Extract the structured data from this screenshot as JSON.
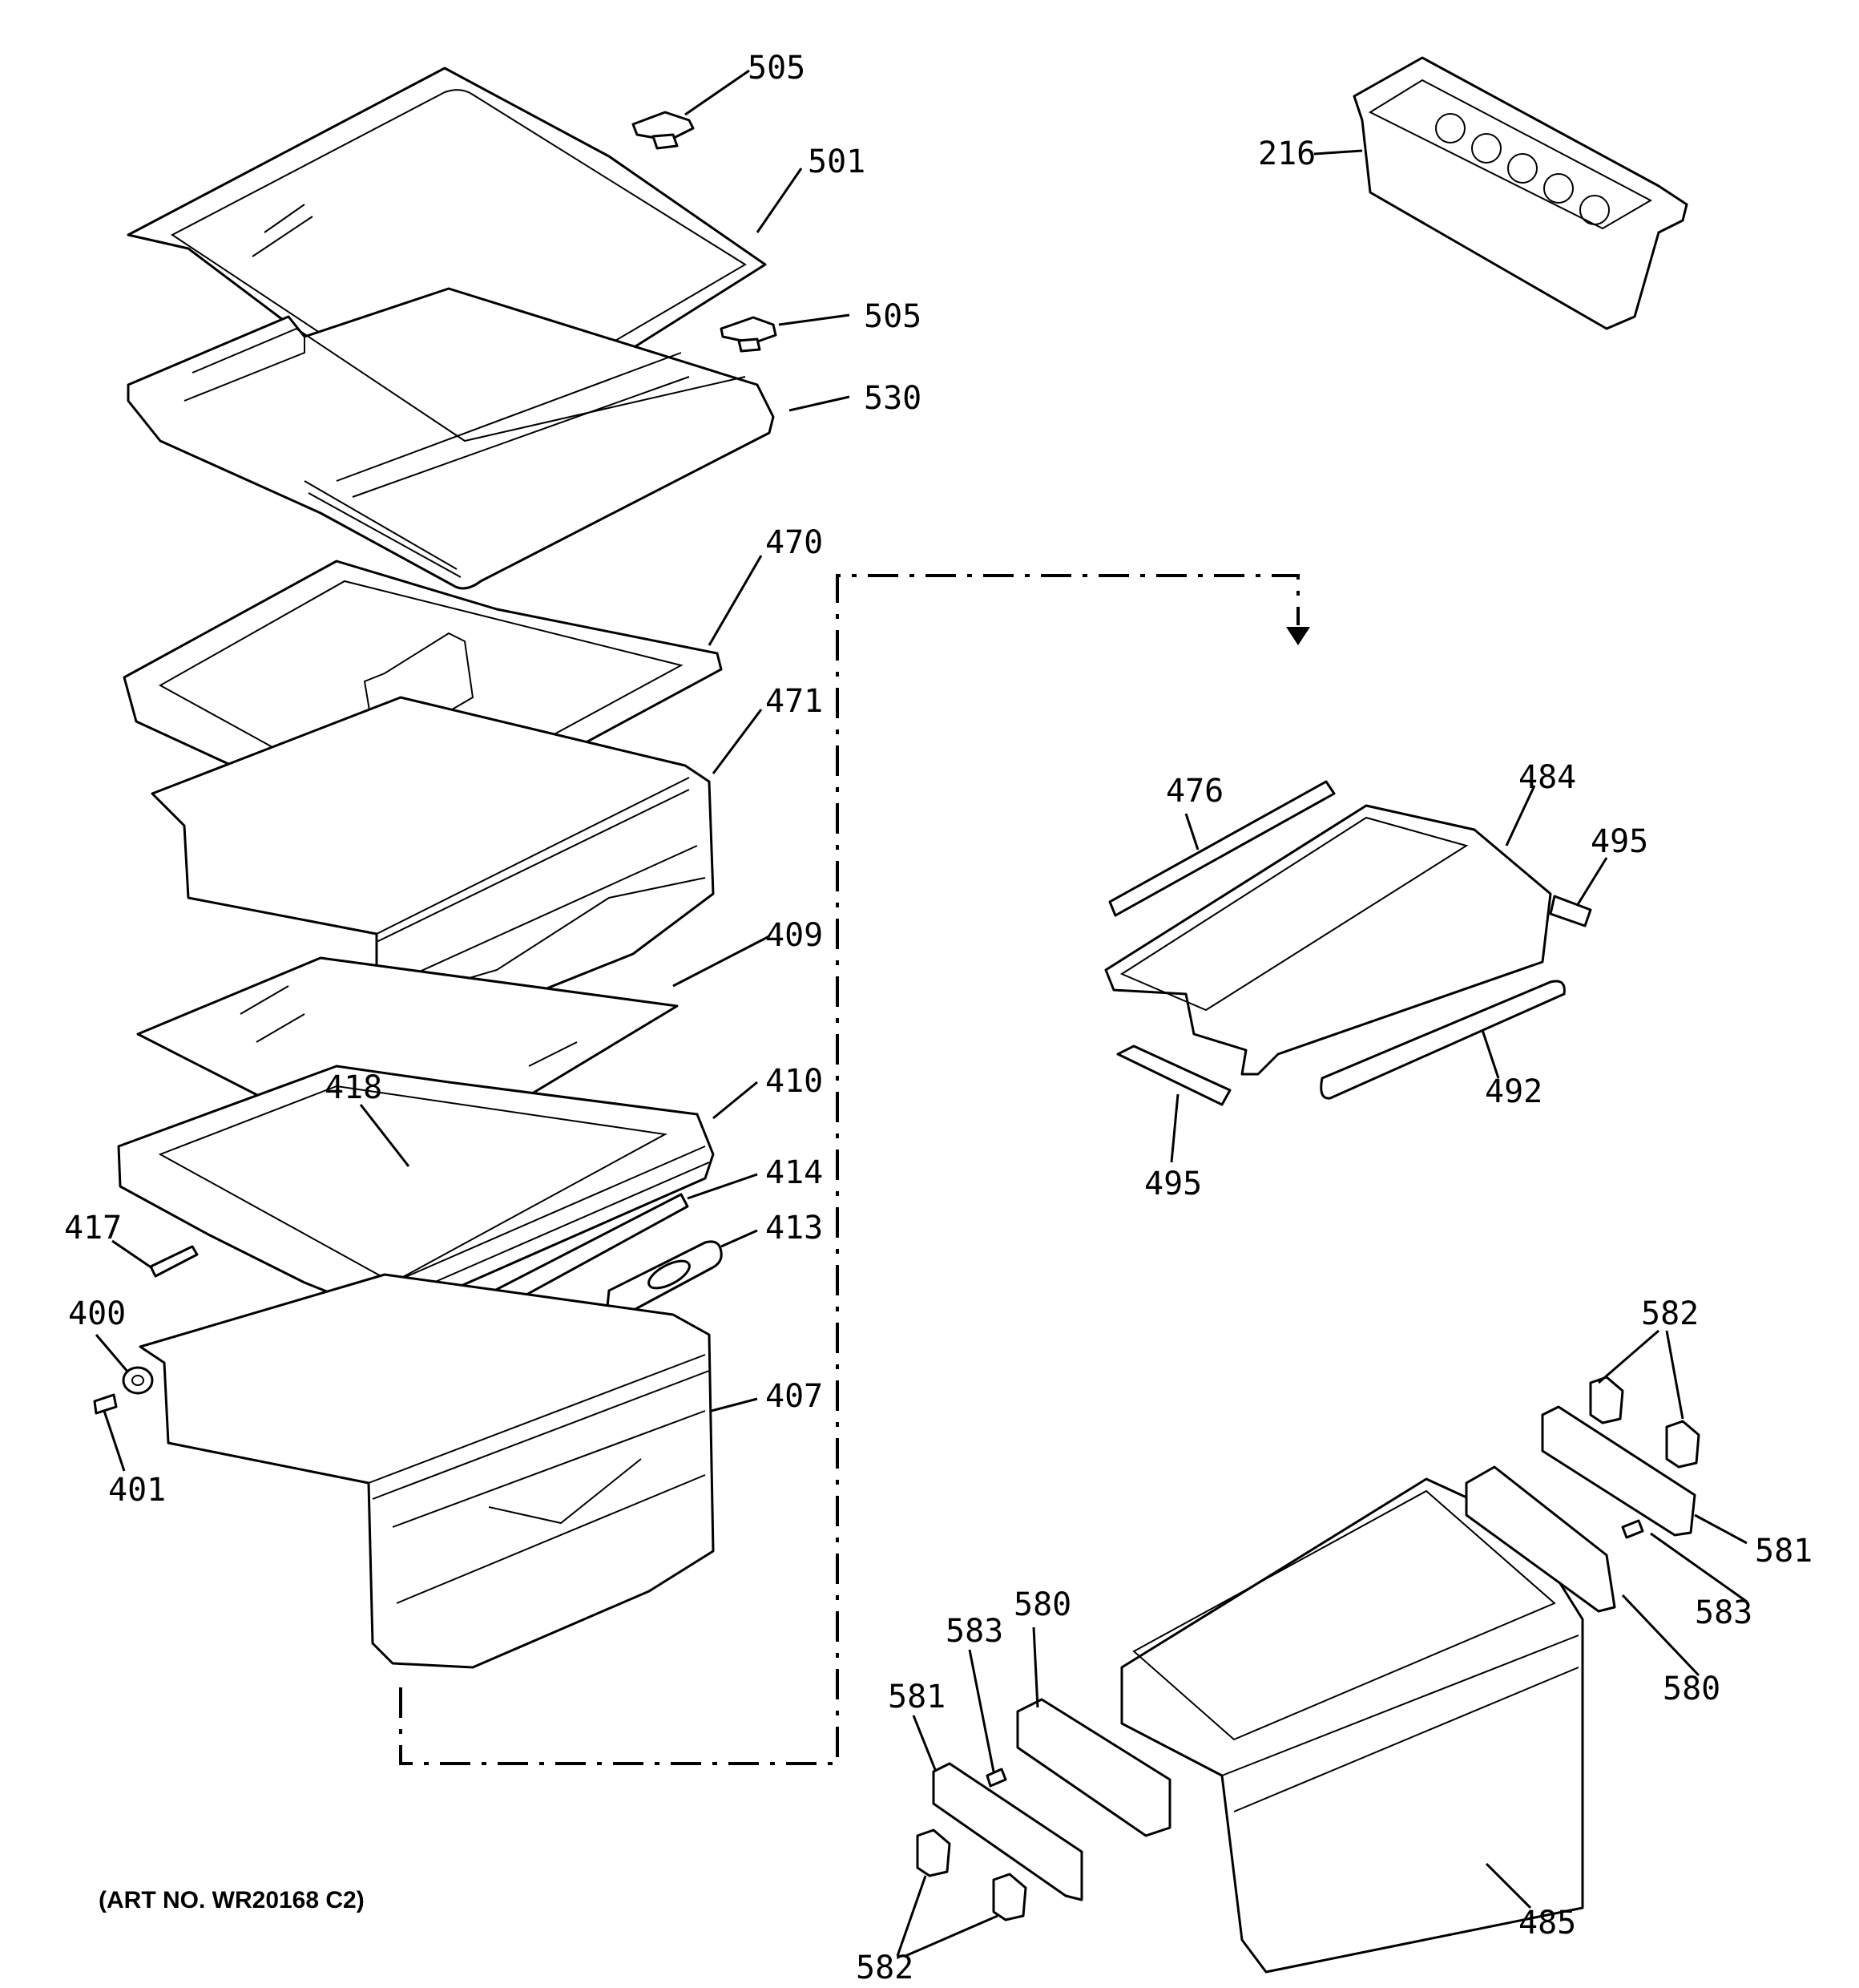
{
  "diagram": {
    "art_number": "(ART NO. WR20168 C2)",
    "callouts": {
      "505": "505",
      "501": "501",
      "530": "530",
      "470": "470",
      "471": "471",
      "409": "409",
      "418": "418",
      "410": "410",
      "414": "414",
      "413": "413",
      "417": "417",
      "400": "400",
      "401": "401",
      "407": "407",
      "216": "216",
      "476": "476",
      "484": "484",
      "495": "495",
      "492": "492",
      "582": "582",
      "581": "581",
      "583": "583",
      "580": "580",
      "485": "485"
    }
  }
}
